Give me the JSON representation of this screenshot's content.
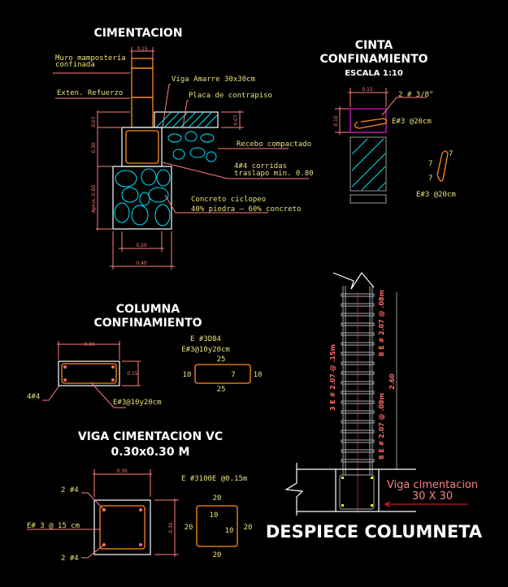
{
  "cimentacion": {
    "title": "CIMENTACION",
    "labels": {
      "muro_1": "Muro mampostería",
      "muro_2": "confinada",
      "exten": "Exten.  Refuerzo",
      "viga_amarre": "Viga Amarre 30x30cm",
      "placa": "Placa de contrapiso",
      "recebo": "Recebo compactado",
      "corridas_1": "4#4 corridas",
      "corridas_2": "traslapo min. 0.80",
      "ciclopeo_1": "Concreto ciclopeo",
      "ciclopeo_2": "40% piedra — 60% concreto"
    },
    "dims": {
      "top": "0.15",
      "left_slab": "0.07",
      "left_beam": "0.30",
      "left_base": "Aprox. 0.60",
      "right_slab": "0.07",
      "bottom_inner": "0.20",
      "bottom_outer": "0.40"
    }
  },
  "cinta": {
    "title_1": "CINTA",
    "title_2": "CONFINAMIENTO",
    "scale": "ESCALA 1:10",
    "dim_width": "0.15",
    "dim_height": "0.10",
    "bars": "2 #  3/8\"",
    "stirrup_1": "E#3 @20cm",
    "hook_a": "7",
    "hook_b": "7",
    "hook_c": "7",
    "stirrup_2": "E#3 @20cm"
  },
  "columna": {
    "title_1": "COLUMNA",
    "title_2": "CONFINAMIENTO",
    "dim_width": "0.30",
    "dim_height": "0.15",
    "bars": "4#4",
    "stirrup": "E#3@10y20cm",
    "detail_1": "E #3D84",
    "detail_2": "E#3@10y20cm",
    "d_top": "25",
    "d_bottom": "25",
    "d_left": "10",
    "d_right": "10",
    "d_hook": "7"
  },
  "viga": {
    "title_1": "VIGA  CIMENTACION VC",
    "title_2": "0.30x0.30 M",
    "dim_width": "0.30",
    "dim_height": "0.30",
    "bars_top": "2 #4",
    "stirrup": "E# 3 @ 15 cm",
    "bars_bottom": "2 #4",
    "detail": "E #3100E @0.15m",
    "d_top": "20",
    "d_bottom": "20",
    "d_left": "20",
    "d_right": "20",
    "d_hook_1": "10",
    "d_hook_2": "10"
  },
  "columneta": {
    "title": "DESPIECE COLUMNETA",
    "height": "2.60",
    "left_label": "3 E # 2.07 @ .15m",
    "right_top_label": "8 E # 2.07 @ .08m",
    "right_bottom_label": "8 E # 2.07 @ .08m",
    "beam_label_1": "Viga cimentacion",
    "beam_label_2": "30 X 30"
  },
  "colors": {
    "background": "#000000",
    "rebar": "#ff8c1a",
    "dims": "#ff7f7f",
    "text": "#e8e27a",
    "fill": "#00e5ff"
  }
}
